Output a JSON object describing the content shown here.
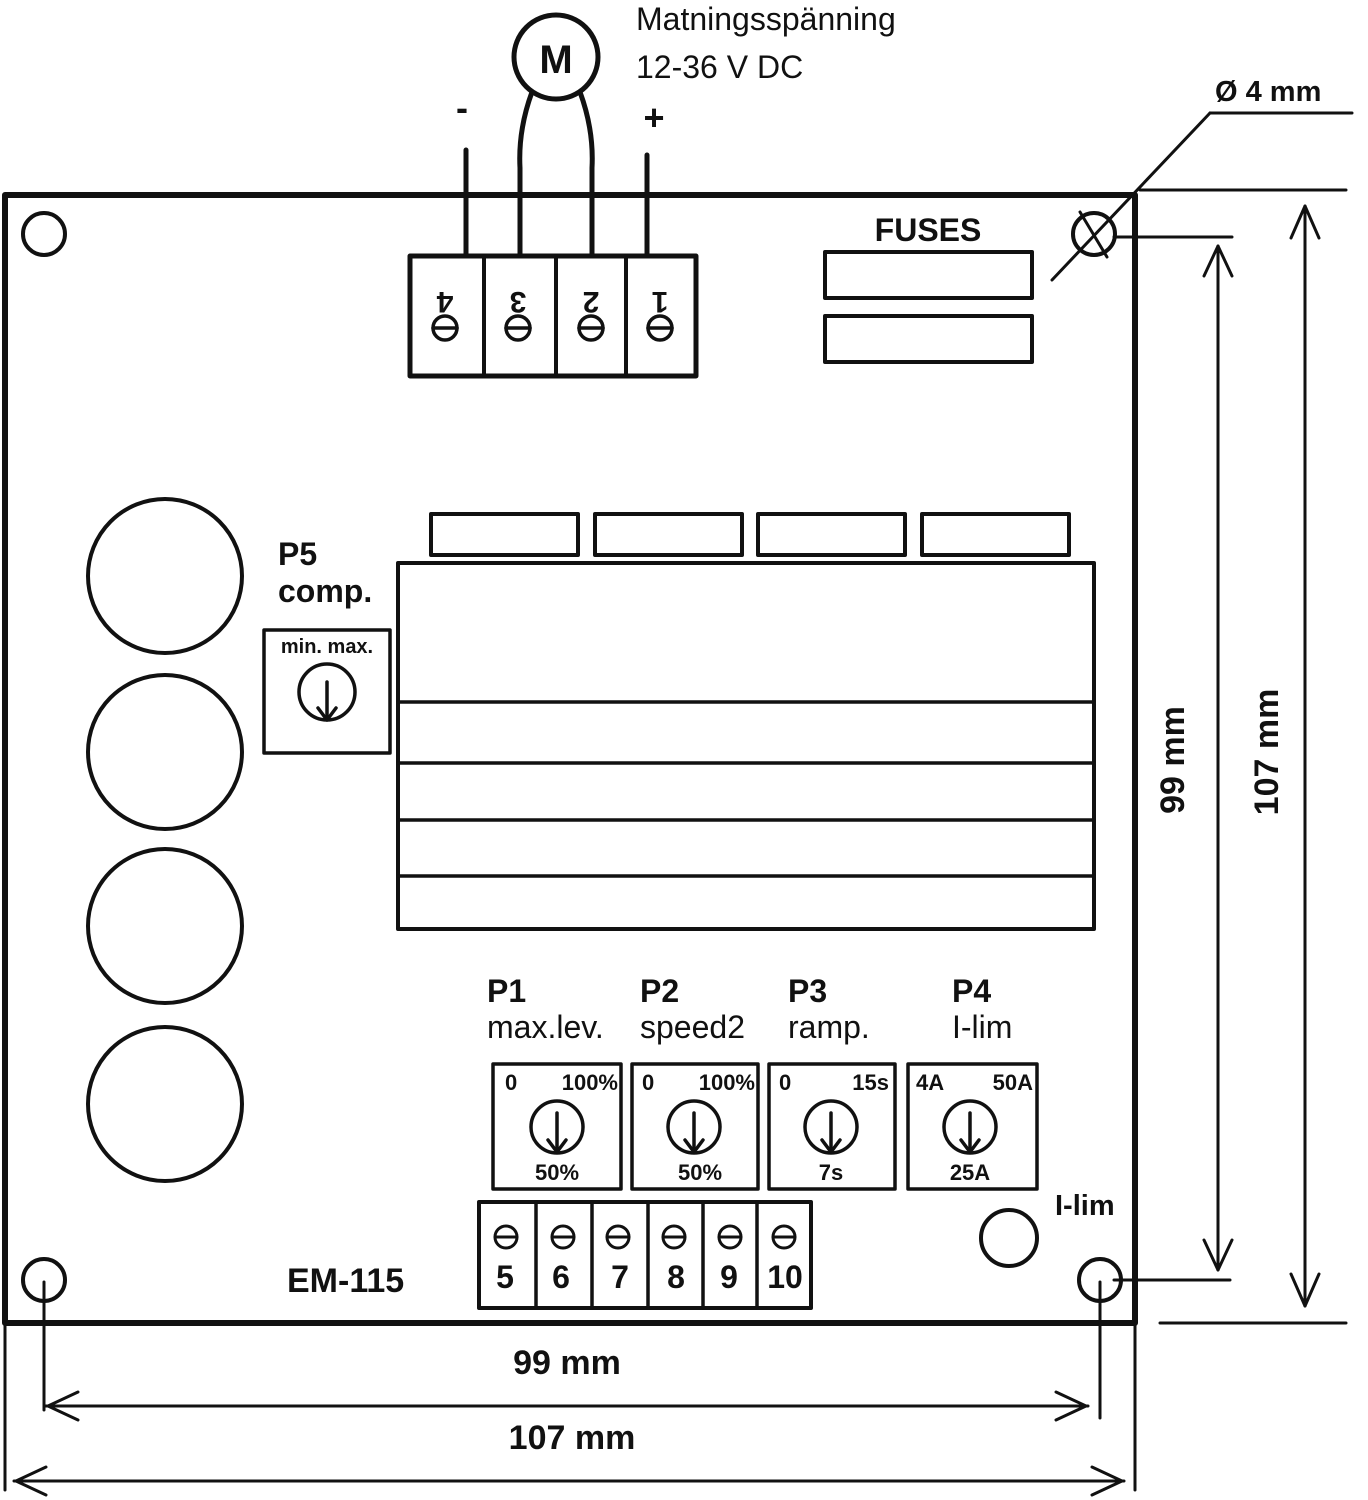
{
  "supply": {
    "label_line1": "Matningsspänning",
    "label_line2": "12-36 V DC",
    "motor_symbol": "M",
    "minus": "-",
    "plus": "+"
  },
  "top_terminals": [
    "4",
    "3",
    "2",
    "1"
  ],
  "fuses_label": "FUSES",
  "hole_label": "Ø 4 mm",
  "p5": {
    "name": "P5",
    "function": "comp.",
    "scale": "min. max."
  },
  "potentiometers": [
    {
      "name": "P1",
      "function": "max.lev.",
      "min": "0",
      "max": "100%",
      "mid": "50%"
    },
    {
      "name": "P2",
      "function": "speed2",
      "min": "0",
      "max": "100%",
      "mid": "50%"
    },
    {
      "name": "P3",
      "function": "ramp.",
      "min": "0",
      "max": "15s",
      "mid": "7s"
    },
    {
      "name": "P4",
      "function": "I-lim",
      "min": "4A",
      "max": "50A",
      "mid": "25A"
    }
  ],
  "bottom_terminals": [
    "5",
    "6",
    "7",
    "8",
    "9",
    "10"
  ],
  "model": "EM-115",
  "led_label": "I-lim",
  "dimensions": {
    "width_holes": "99 mm",
    "width_board": "107 mm",
    "height_holes": "99 mm",
    "height_board": "107 mm"
  },
  "icons": {
    "motor": "motor-icon",
    "screw": "screw-terminal-icon",
    "trimmer": "trimmer-potentiometer-icon",
    "arrow": "dimension-arrow-icon"
  }
}
